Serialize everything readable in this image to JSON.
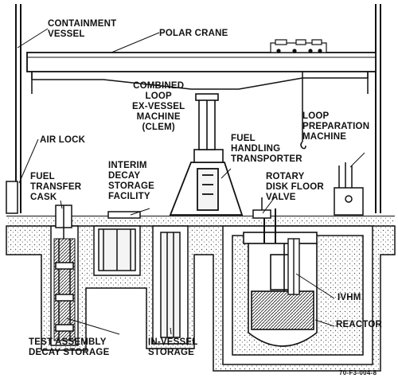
{
  "labels": {
    "containment_vessel": [
      "CONTAINMENT",
      "VESSEL"
    ],
    "polar_crane": "POLAR CRANE",
    "clem": [
      "COMBINED",
      "LOOP",
      "EX-VESSEL",
      "MACHINE",
      "(CLEM)"
    ],
    "loop_prep": [
      "LOOP",
      "PREPARATION",
      "MACHINE"
    ],
    "air_lock": "AIR LOCK",
    "fuel_handling": [
      "FUEL",
      "HANDLING",
      "TRANSPORTER"
    ],
    "interim_decay": [
      "INTERIM",
      "DECAY",
      "STORAGE",
      "FACILITY"
    ],
    "fuel_transfer": [
      "FUEL",
      "TRANSFER",
      "CASK"
    ],
    "rotary_disk": [
      "ROTARY",
      "DISK FLOOR",
      "VALVE"
    ],
    "ivhm": "IVHM",
    "reactor": "REACTOR",
    "test_assembly": [
      "TEST ASSEMBLY",
      "DECAY STORAGE"
    ],
    "in_vessel": [
      "IN-VESSEL",
      "STORAGE"
    ],
    "figure_ref": "70-F3-004-8"
  },
  "colors": {
    "ink": "#111111",
    "paper": "#ffffff",
    "concrete": "#cfcfcf"
  }
}
